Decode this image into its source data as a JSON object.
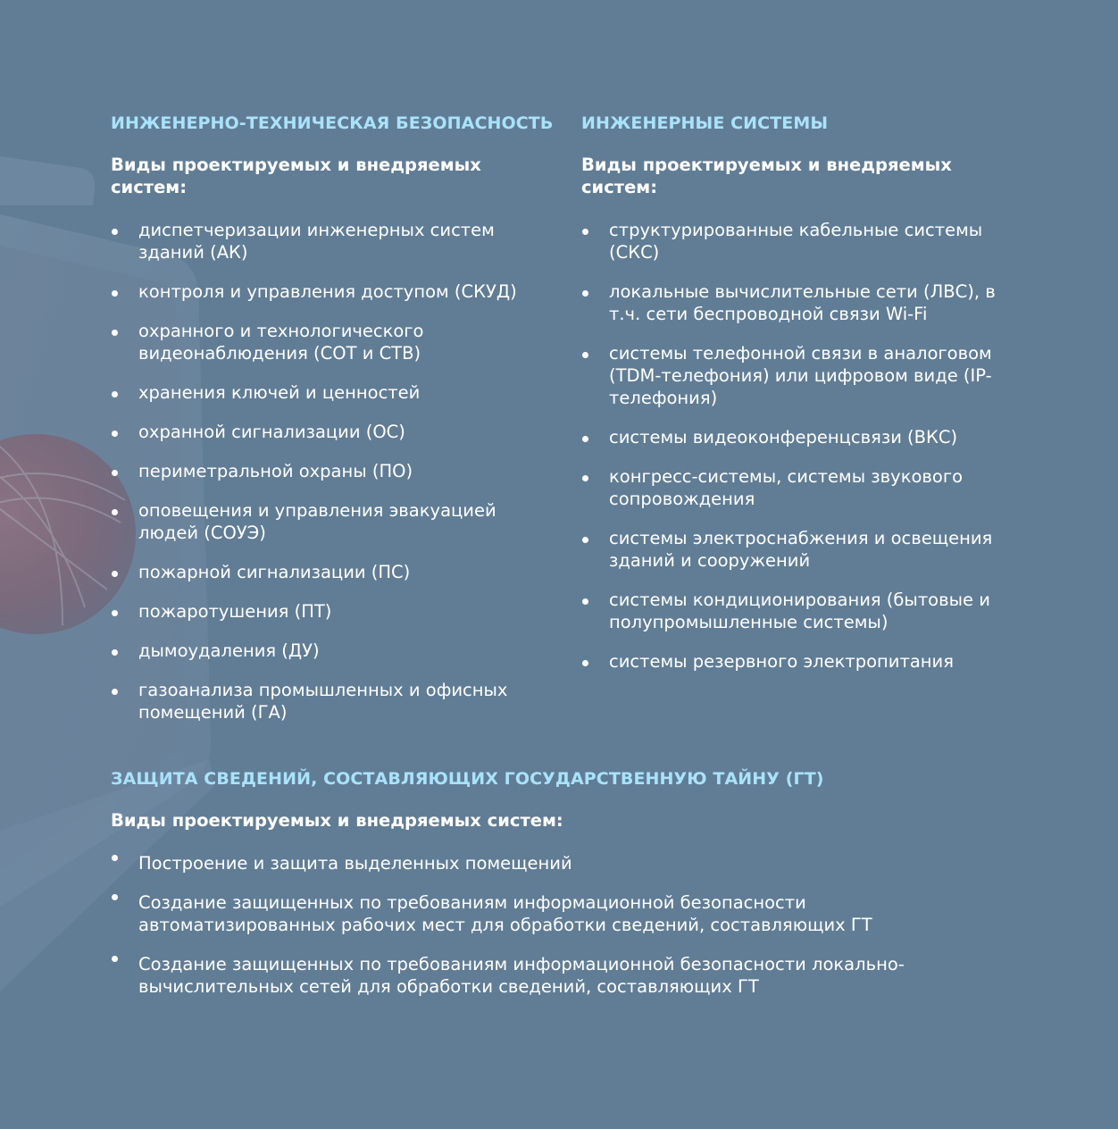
{
  "sections": {
    "left": {
      "heading": "ИНЖЕНЕРНО-ТЕХНИЧЕСКАЯ БЕЗОПАСНОСТЬ",
      "subheading": "Виды проектируемых и внедряемых систем:",
      "items": [
        "диспетчеризации инженерных систем зданий (АК)",
        "контроля и управления доступом (СКУД)",
        "охранного и технологического видеонаблюдения (СОТ и СТВ)",
        "хранения ключей и ценностей",
        "охранной сигнализации (ОС)",
        "периметральной охраны (ПО)",
        "оповещения и управления эвакуацией людей (СОУЭ)",
        "пожарной сигнализации (ПС)",
        "пожаротушения (ПТ)",
        "дымоудаления (ДУ)",
        "газоанализа промышленных и офисных помещений (ГА)"
      ]
    },
    "right": {
      "heading": "ИНЖЕНЕРНЫЕ СИСТЕМЫ",
      "subheading": "Виды проектируемых и внедряемых систем:",
      "items": [
        "структурированные кабельные системы (СКС)",
        "локальные вычислительные сети (ЛВС), в т.ч. сети беспроводной связи Wi-Fi",
        "системы телефонной связи в аналоговом (TDM-телефония) или цифровом виде (IP-телефония)",
        "системы видеоконференцсвязи (ВКС)",
        "конгресс-системы, системы звукового сопровождения",
        "системы электроснабжения и освещения зданий и сооружений",
        "системы кондиционирования (бытовые и полупромышленные системы)",
        "системы резервного электропитания"
      ]
    },
    "bottom": {
      "heading": "ЗАЩИТА СВЕДЕНИЙ, СОСТАВЛЯЮЩИХ ГОСУДАРСТВЕННУЮ ТАЙНУ (ГТ)",
      "subheading": "Виды проектируемых и внедряемых систем:",
      "items": [
        "Построение и защита выделенных помещений",
        "Создание защищенных по требованиям информационной безопасности автоматизированных рабочих мест для обработки сведений, составляющих ГТ",
        "Создание защищенных по требованиям информационной безопасности локально-вычислительных сетей для обработки сведений, составляющих ГТ"
      ]
    }
  },
  "colors": {
    "background": "#617d95",
    "heading_accent": "#a9e3fb",
    "text": "#ffffff",
    "sphere": "#8a6a78"
  },
  "icons": {
    "bullet": "bullet-dot-icon"
  }
}
